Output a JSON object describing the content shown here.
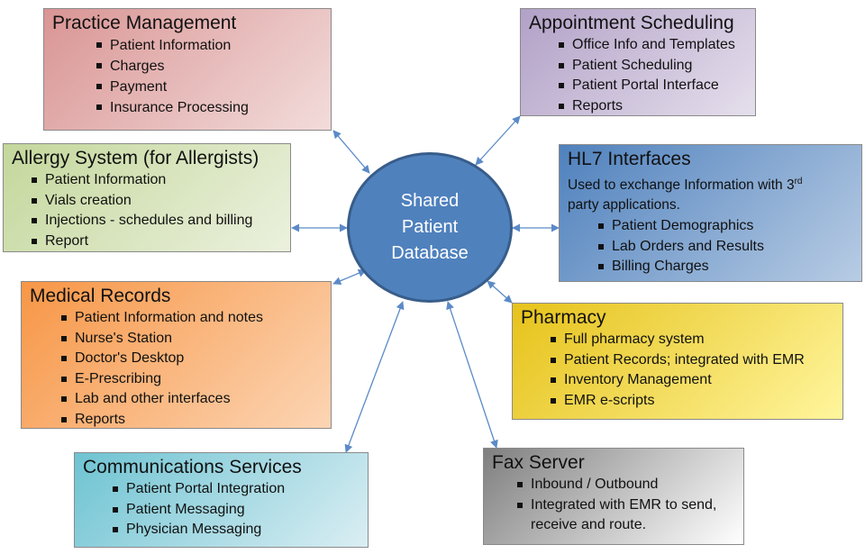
{
  "hub": {
    "label": "Shared Patient Database"
  },
  "practice_management": {
    "title": "Practice Management",
    "items": [
      "Patient Information",
      "Charges",
      "Payment",
      "Insurance Processing"
    ]
  },
  "appointment_scheduling": {
    "title": "Appointment Scheduling",
    "items": [
      "Office Info and Templates",
      "Patient Scheduling",
      "Patient Portal Interface",
      "Reports"
    ]
  },
  "allergy_system": {
    "title": "Allergy System (for Allergists)",
    "items": [
      "Patient Information",
      "Vials creation",
      "Injections - schedules and billing",
      "Report"
    ]
  },
  "hl7_interfaces": {
    "title": "HL7 Interfaces",
    "desc_pre": "Used to exchange Information with 3",
    "desc_sup": "rd",
    "desc_post": "party applications.",
    "items": [
      "Patient Demographics",
      "Lab Orders and Results",
      "Billing Charges"
    ]
  },
  "medical_records": {
    "title": "Medical Records",
    "items": [
      "Patient Information and notes",
      "Nurse's Station",
      "Doctor's Desktop",
      "E-Prescribing",
      "Lab and other interfaces",
      "Reports"
    ]
  },
  "pharmacy": {
    "title": "Pharmacy",
    "items": [
      "Full pharmacy system",
      "Patient Records; integrated with EMR",
      "Inventory Management",
      "EMR e-scripts"
    ]
  },
  "communications_services": {
    "title": "Communications Services",
    "items": [
      "Patient Portal Integration",
      "Patient Messaging",
      "Physician Messaging"
    ]
  },
  "fax_server": {
    "title": "Fax Server",
    "items": [
      "Inbound / Outbound",
      "Integrated with EMR to send, receive and route."
    ]
  },
  "colors": {
    "hub_fill": "#4f81bd",
    "arrow": "#5b8ac7"
  }
}
